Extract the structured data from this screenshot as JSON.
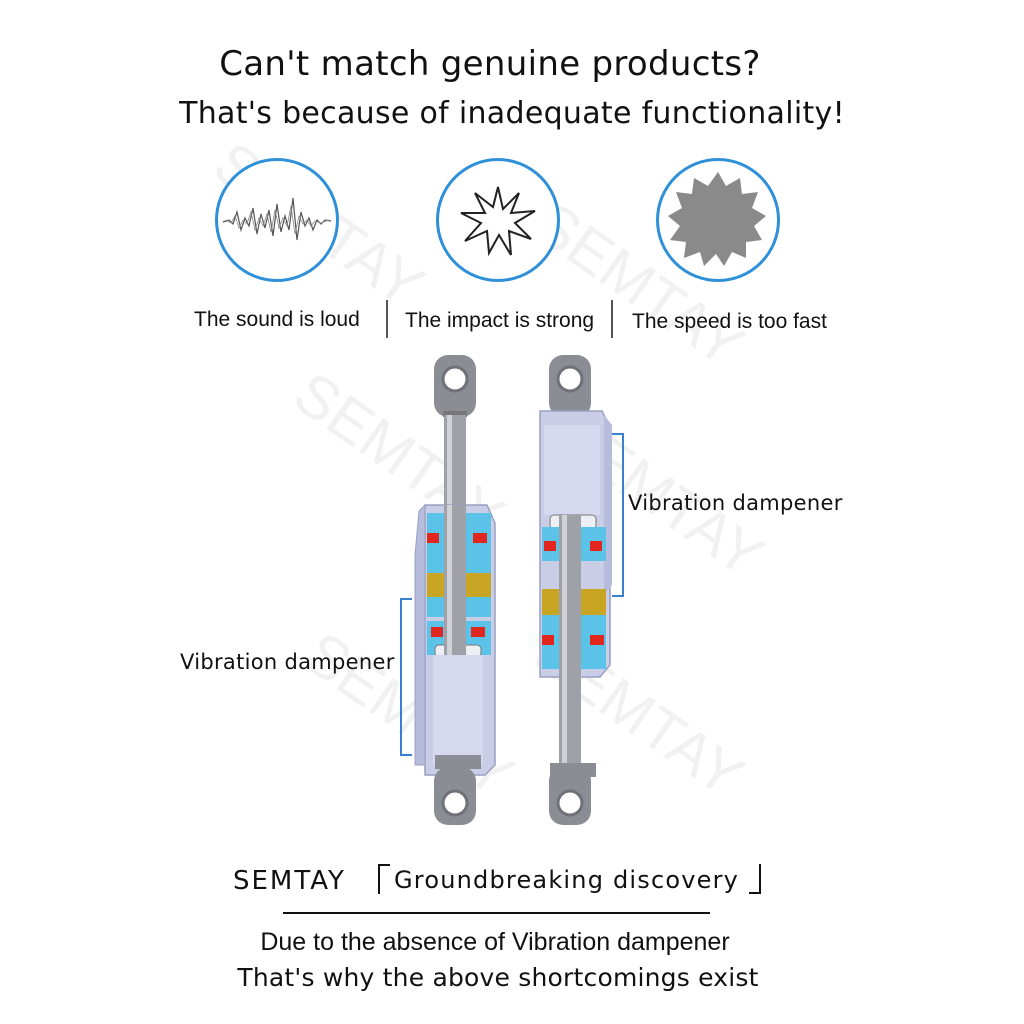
{
  "header": {
    "title": "Can't match genuine products?",
    "subtitle": "That's because of inadequate functionality!"
  },
  "features": [
    {
      "icon": "sound-wave-icon",
      "label": "The sound is loud"
    },
    {
      "icon": "impact-burst-icon",
      "label": "The impact is strong"
    },
    {
      "icon": "speed-burst-icon",
      "label": "The speed is too fast"
    }
  ],
  "diagram": {
    "left_callout": "Vibration dampener",
    "right_callout": "Vibration dampener"
  },
  "footer": {
    "brand": "SEMTAY",
    "tagline": "Groundbreaking discovery",
    "line1": "Due to the absence of  Vibration dampener",
    "line2": "That's why the above shortcomings exist"
  },
  "watermark": "SEMTAY",
  "colors": {
    "accent_blue": "#2e90d8",
    "strut_body": "#c9cde6",
    "seal_red": "#e0261e",
    "bushing_yellow": "#c9a524",
    "cushion_cyan": "#5cc3e8",
    "end_fitting": "#8a8d93"
  }
}
